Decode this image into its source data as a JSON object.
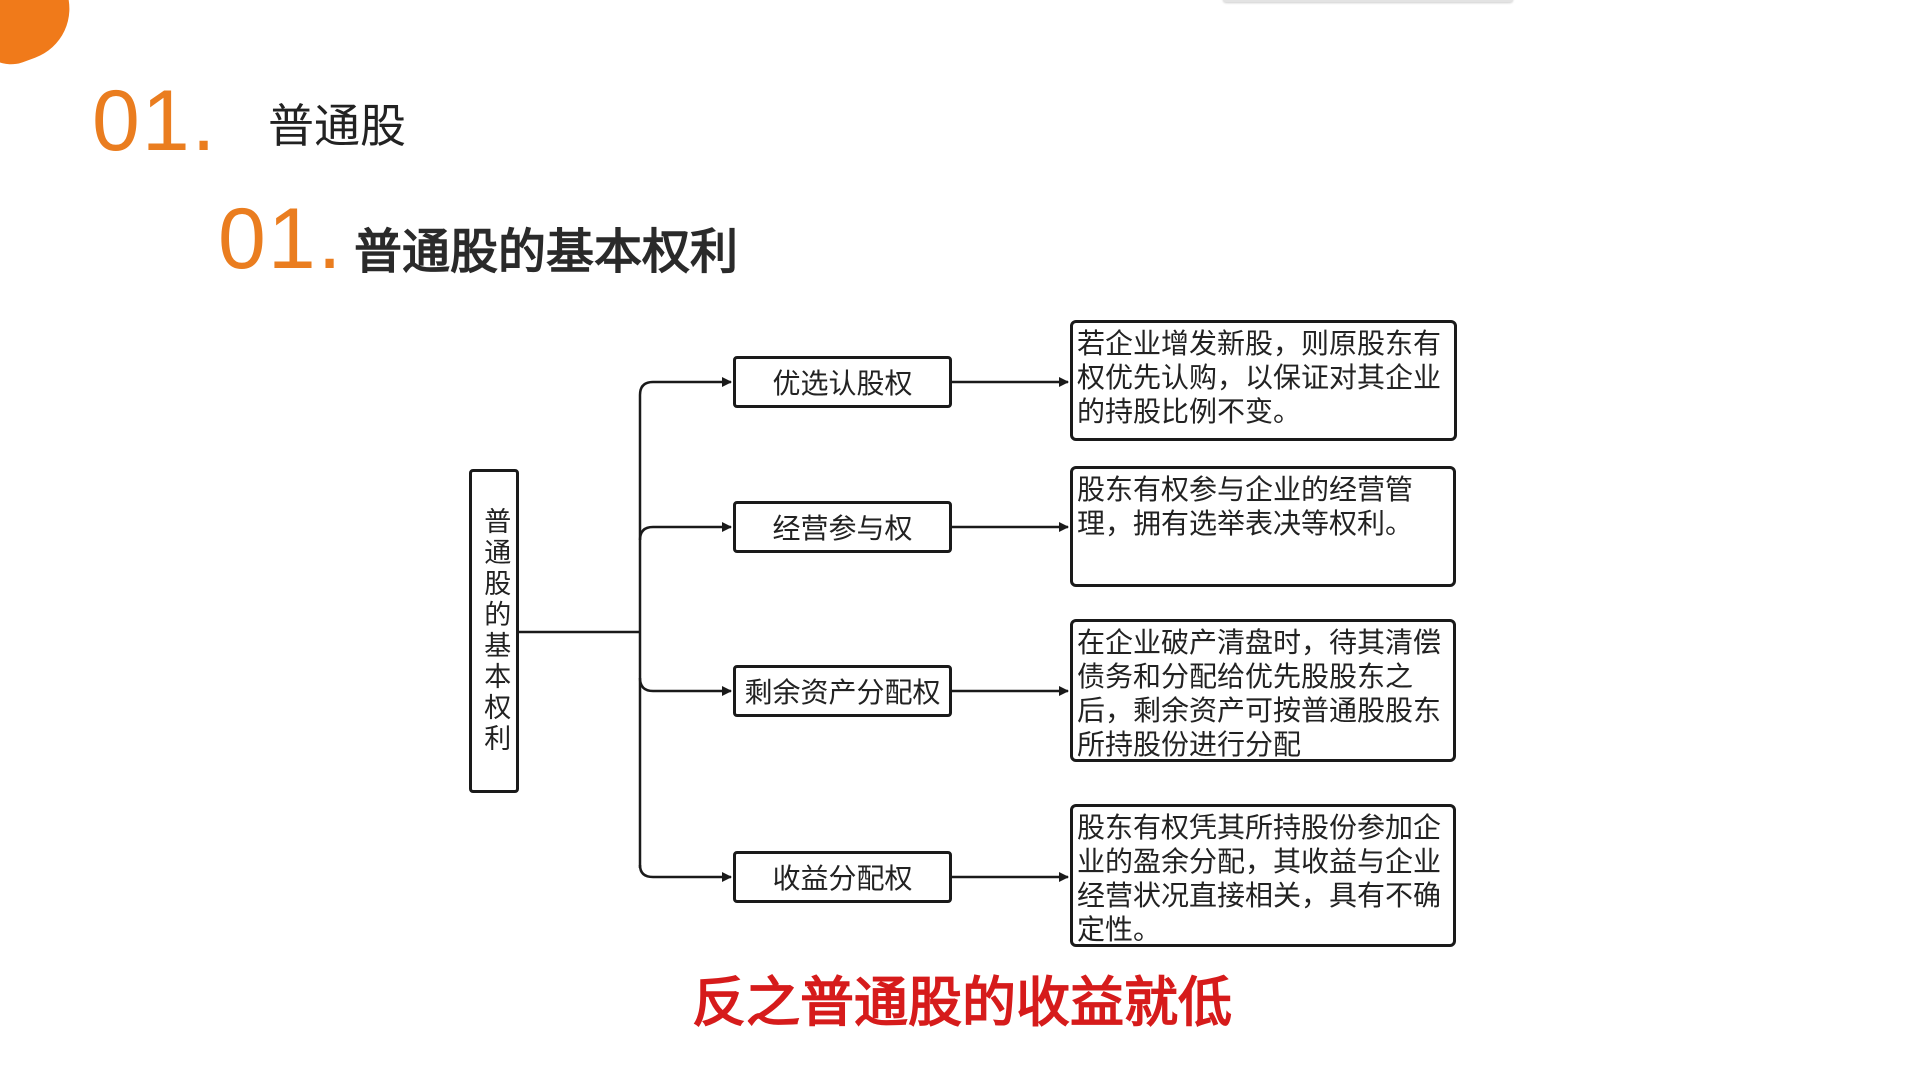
{
  "header": {
    "section_number": "01.",
    "section_title": "普通股",
    "subsection_number": "01.",
    "subsection_title": "普通股的基本权利"
  },
  "diagram": {
    "root": "普通股的基本权利",
    "branches": [
      {
        "label": "优选认股权",
        "description": "若企业增发新股，则原股东有权优先认购，以保证对其企业的持股比例不变。"
      },
      {
        "label": "经营参与权",
        "description": "股东有权参与企业的经营管理，拥有选举表决等权利。"
      },
      {
        "label": "剩余资产分配权",
        "description": "在企业破产清盘时，待其清偿债务和分配给优先股股东之后，剩余资产可按普通股股东所持股份进行分配"
      },
      {
        "label": "收益分配权",
        "description": "股东有权凭其所持股份参加企业的盈余分配，其收益与企业经营状况直接相关，具有不确定性。"
      }
    ]
  },
  "note": "反之普通股的收益就低",
  "colors": {
    "accent": "#ea7d1f",
    "note": "#d61b1b"
  }
}
